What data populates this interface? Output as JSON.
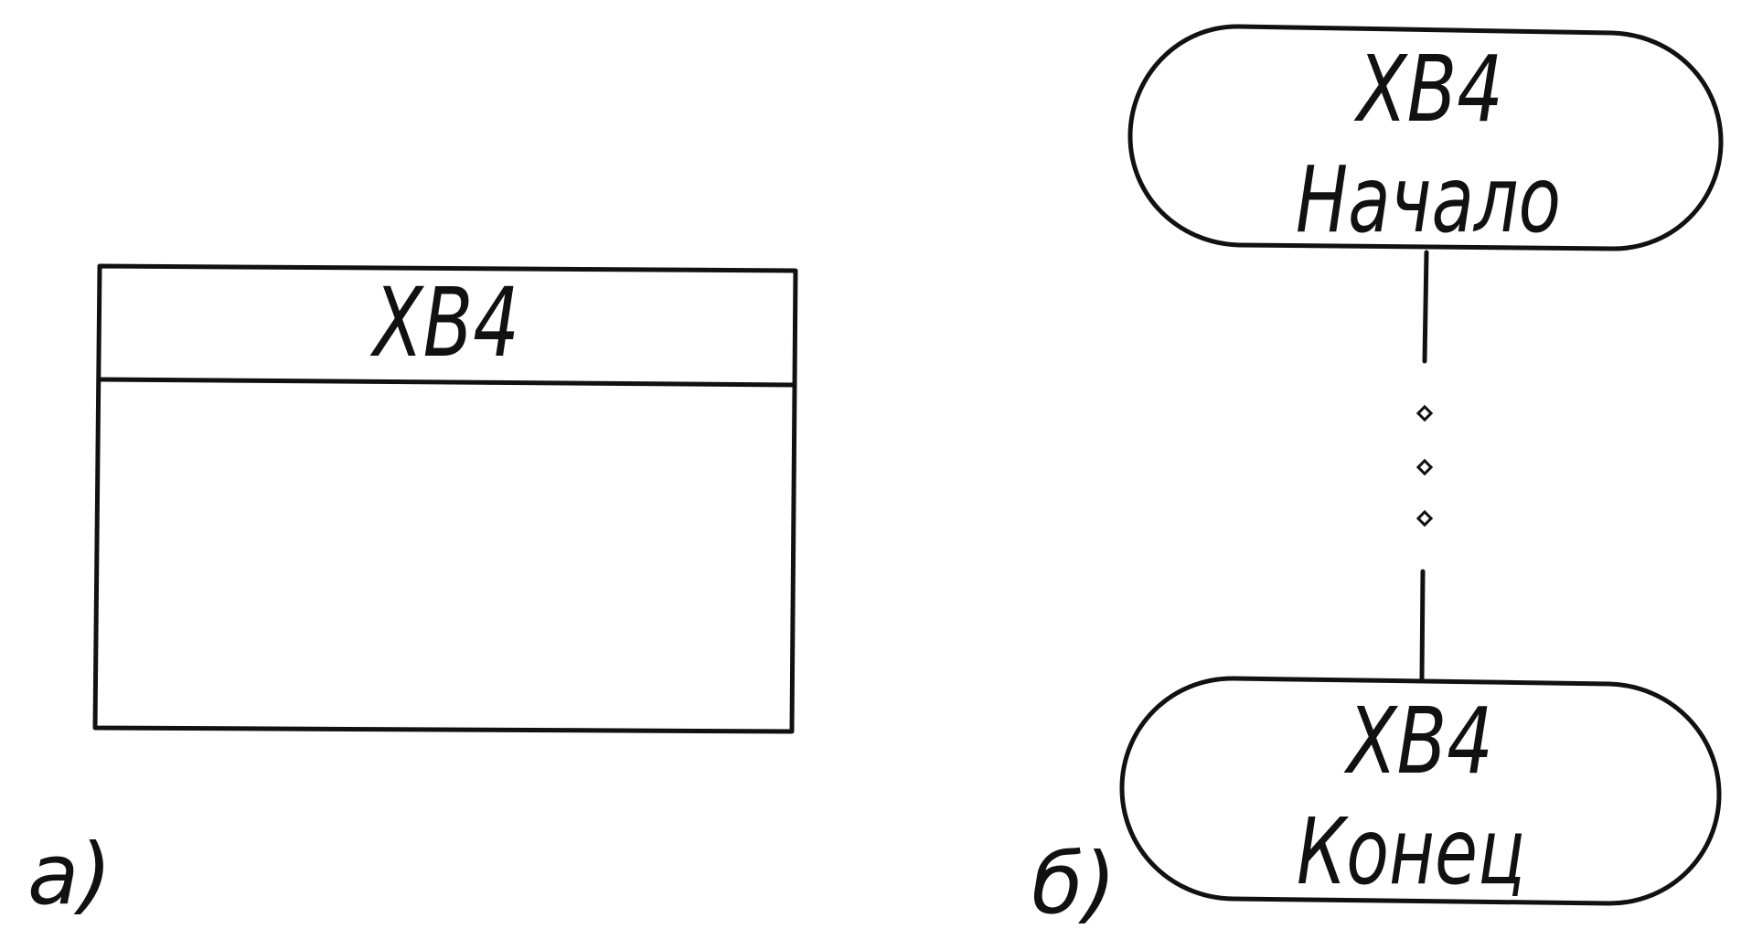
{
  "figure_a": {
    "header_text": "XB4",
    "caption": "а)"
  },
  "figure_b": {
    "top_terminator": {
      "code": "XB4",
      "label": "Начало"
    },
    "bottom_terminator": {
      "code": "XB4",
      "label": "Конец"
    },
    "caption": "б)"
  }
}
